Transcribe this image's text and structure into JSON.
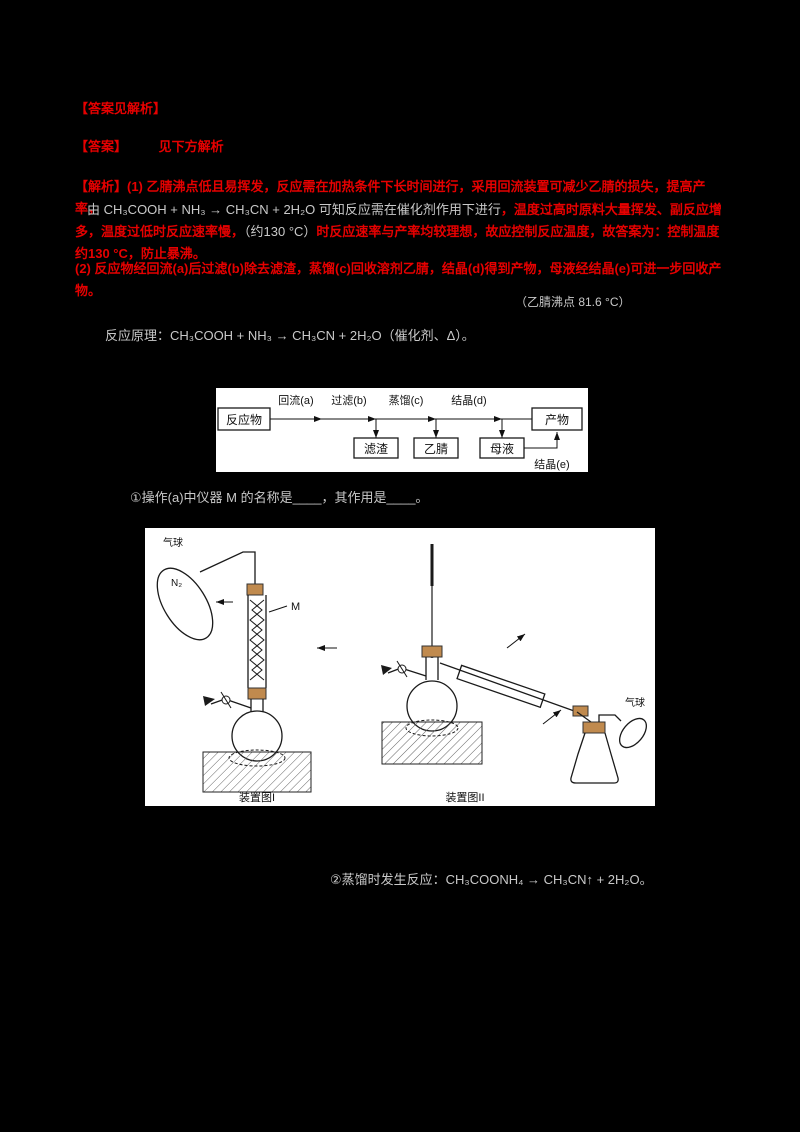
{
  "colors": {
    "page_bg": "#000000",
    "answer_red": "#e60000",
    "body_text": "#c9c9c9",
    "panel_bg": "#ffffff",
    "cork": "#c08a4e"
  },
  "header": {
    "line1": "【答案见解析】",
    "line2a": "【答案】",
    "line2b": "见下方解析"
  },
  "analysis": {
    "p1": "【解析】(1) 乙腈沸点低且易挥发，反应需在加热条件下长时间进行，采用回流装置可减少乙腈的损失，提高产率，",
    "eq1": "由 CH₃COOH + NH₃ → CH₃CN + 2H₂O 可知反应需在催化剂作用下进行",
    "p2_red1": "，温度过高时原料大量挥发、副反应增多，温度过低时反应速率慢，",
    "p2_light": "（约130 °C）",
    "p2_red2": "时反应速率与产率均较理想，故应控制反应温度，故答案为：控制温度约130 °C，防止暴沸。",
    "p3": "(2) 反应物经回流(a)后过滤(b)除去滤渣，蒸馏(c)回收溶剂乙腈，结晶(d)得到产物，母液经结晶(e)可进一步回收产物。"
  },
  "notes": {
    "bp_note": "（乙腈沸点 81.6 °C）",
    "eq2": "反应原理：CH₃COOH + NH₃ → CH₃CN + 2H₂O（催化剂、Δ）。",
    "q1": "①操作(a)中仪器 M 的名称是____，其作用是____。",
    "q2": "②蒸馏时发生反应：CH₃COONH₄ → CH₃CN↑ + 2H₂O。"
  },
  "flowchart": {
    "reactant": "反应物",
    "product": "产物",
    "residue": "滤渣",
    "acetonitrile": "乙腈",
    "mother_liquor": "母液",
    "step_a": "回流(a)",
    "step_b": "过滤(b)",
    "step_c": "蒸馏(c)",
    "step_d": "结晶(d)",
    "step_e": "结晶(e)"
  },
  "apparatus": {
    "balloon_left": "气球",
    "n2": "N₂",
    "m": "M",
    "fig1_caption": "装置图I",
    "fig2_caption": "装置图II",
    "balloon_right": "气球"
  }
}
